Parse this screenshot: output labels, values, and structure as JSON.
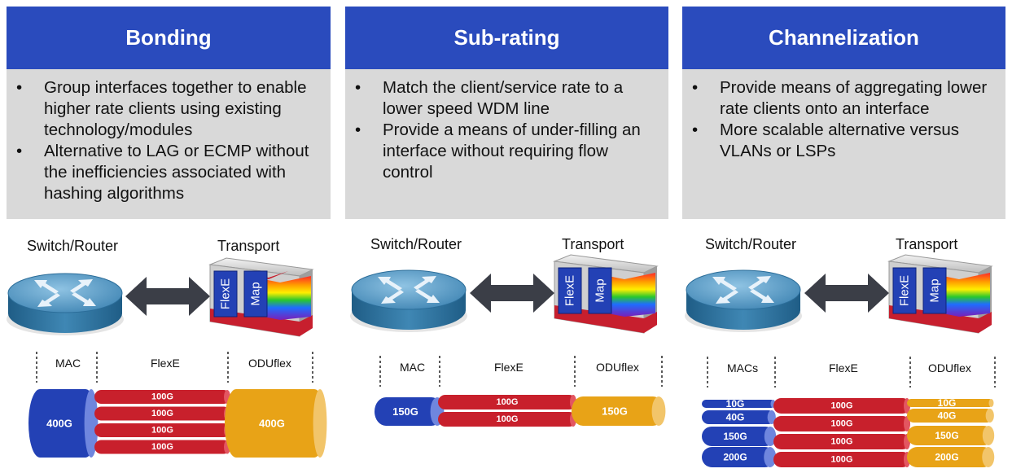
{
  "panels": [
    {
      "title": "Bonding",
      "bullets": [
        "Group interfaces together to enable higher rate clients using existing technology/modules",
        "Alternative to LAG or ECMP without the inefficiencies associated with hashing algorithms"
      ],
      "switch_label": "Switch/Router",
      "transport_label": "Transport",
      "flexe_module": "FlexE",
      "map_module": "Map",
      "section_labels": [
        "MAC",
        "FlexE",
        "ODUflex"
      ],
      "mac_rates": [
        "400G"
      ],
      "flexe_lanes": [
        "100G",
        "100G",
        "100G",
        "100G"
      ],
      "oduflex_rates": [
        "400G"
      ]
    },
    {
      "title": "Sub-rating",
      "bullets": [
        "Match the client/service rate to a lower speed WDM line",
        "Provide a means of under-filling an interface without requiring flow control"
      ],
      "switch_label": "Switch/Router",
      "transport_label": "Transport",
      "flexe_module": "FlexE",
      "map_module": "Map",
      "section_labels": [
        "MAC",
        "FlexE",
        "ODUflex"
      ],
      "mac_rates": [
        "150G"
      ],
      "flexe_lanes": [
        "100G",
        "100G"
      ],
      "oduflex_rates": [
        "150G"
      ]
    },
    {
      "title": "Channelization",
      "bullets": [
        "Provide means of aggregating lower rate clients onto an interface",
        "More scalable alternative versus VLANs or LSPs"
      ],
      "switch_label": "Switch/Router",
      "transport_label": "Transport",
      "flexe_module": "FlexE",
      "map_module": "Map",
      "section_labels": [
        "MACs",
        "FlexE",
        "ODUflex"
      ],
      "mac_rates": [
        "10G",
        "40G",
        "150G",
        "200G"
      ],
      "flexe_lanes": [
        "100G",
        "100G",
        "100G",
        "100G"
      ],
      "oduflex_rates": [
        "10G",
        "40G",
        "150G",
        "200G"
      ]
    }
  ],
  "colors": {
    "header": "#2a4bbd",
    "body": "#d9d9d9",
    "mac_blue": "#2341b5",
    "flexe_red": "#c8202c",
    "oduflex_gold": "#e8a317",
    "arrow": "#3b3e47"
  }
}
